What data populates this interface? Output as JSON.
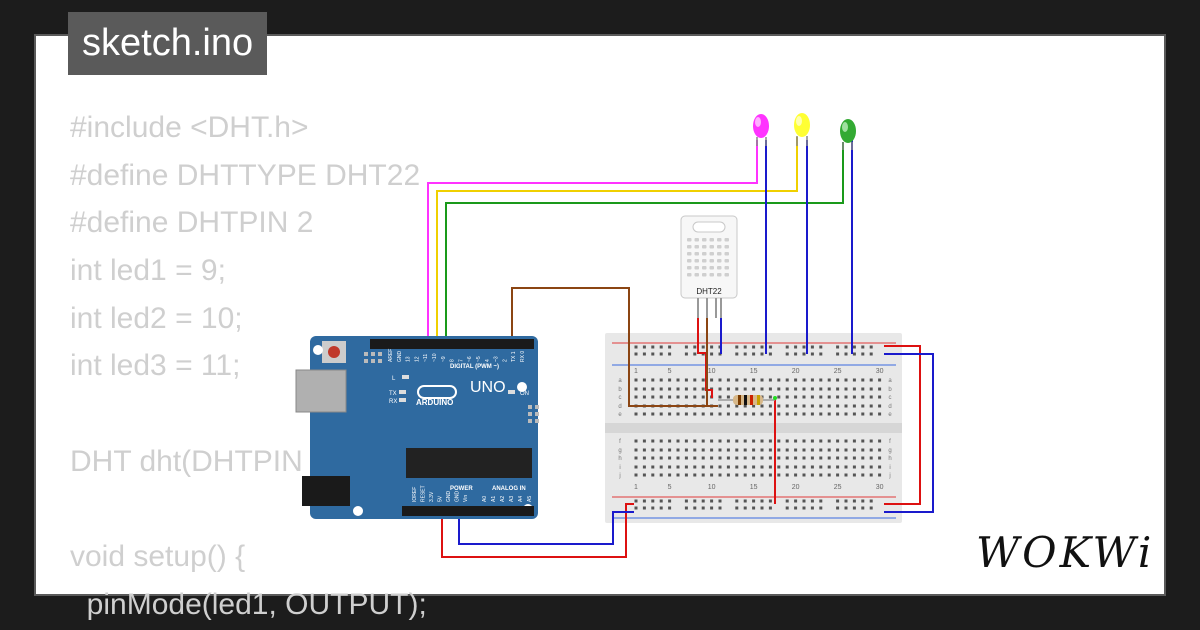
{
  "tab": {
    "filename": "sketch.ino"
  },
  "code": {
    "lines": [
      "#include <DHT.h>",
      "#define DHTTYPE DHT22",
      "#define DHTPIN 2",
      "int led1 = 9;",
      "int led2 = 10;",
      "int led3 = 11;",
      "",
      "DHT dht(DHTPIN",
      "",
      "void setup() {",
      "  pinMode(led1, OUTPUT);"
    ]
  },
  "arduino": {
    "model": "UNO",
    "brand": "ARDUINO",
    "header_digital": "DIGITAL (PWM ~)",
    "header_analog": "ANALOG IN",
    "header_power": "POWER",
    "pin_labels_top": [
      "AREF",
      "GND",
      "13",
      "12",
      "~11",
      "~10",
      "~9",
      "8",
      "7",
      "~6",
      "~5",
      "4",
      "~3",
      "2",
      "TX 1",
      "RX 0"
    ],
    "pin_labels_bottom": [
      "IOREF",
      "RESET",
      "3.3V",
      "5V",
      "GND",
      "GND",
      "Vin",
      "A0",
      "A1",
      "A2",
      "A3",
      "A4",
      "A5"
    ],
    "led_labels": [
      "L",
      "TX",
      "RX",
      "ON"
    ]
  },
  "sensor": {
    "label": "DHT22"
  },
  "breadboard": {
    "column_numbers": [
      "1",
      "5",
      "10",
      "15",
      "20",
      "25",
      "30"
    ],
    "row_letters_top": [
      "a",
      "b",
      "c",
      "d",
      "e"
    ],
    "row_letters_bottom": [
      "f",
      "g",
      "h",
      "i",
      "j"
    ]
  },
  "leds": [
    {
      "name": "magenta",
      "color": "#ff33ff"
    },
    {
      "name": "yellow",
      "color": "#ffff33"
    },
    {
      "name": "green",
      "color": "#33aa33"
    }
  ],
  "wire_colors": {
    "magenta": "#ff33ff",
    "yellow": "#f0d000",
    "green": "#1a9a1a",
    "blue": "#1a1acc",
    "red": "#dd1111",
    "brown": "#8b4513"
  },
  "brand": {
    "logo": "WOKWi"
  }
}
